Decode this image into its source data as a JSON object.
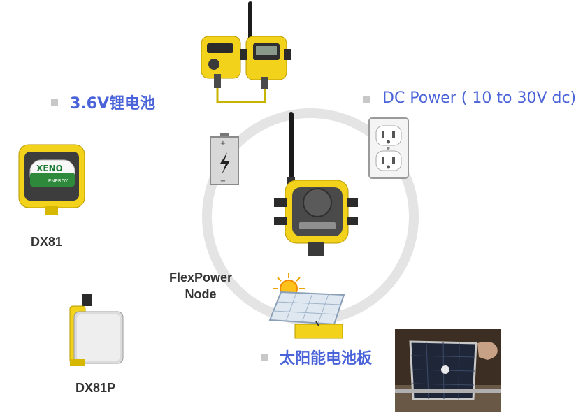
{
  "labels": {
    "battery": "3.6V锂电池",
    "dc_power": "DC Power ( 10 to 30V dc)",
    "solar": "太阳能电池板",
    "node_line1": "FlexPower",
    "node_line2": "Node",
    "dx81": "DX81",
    "dx81p": "DX81P"
  },
  "product_text": {
    "battery_brand": "XENO",
    "battery_sub": "ENERGY"
  },
  "colors": {
    "accent_blue": "#4a63d8",
    "device_yellow": "#f2d21a",
    "ring_gray": "#e3e3e3",
    "bullet_gray": "#c8c8c8"
  }
}
